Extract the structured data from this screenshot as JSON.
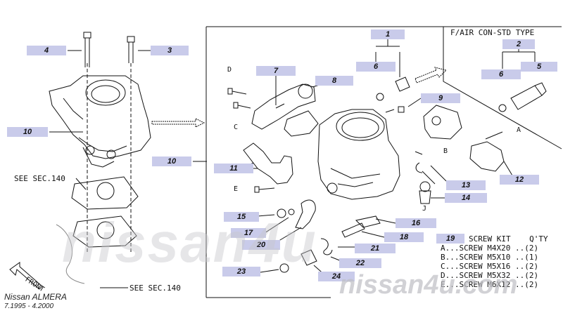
{
  "callouts": {
    "c1": "1",
    "c2": "2",
    "c3": "3",
    "c4": "4",
    "c5": "5",
    "c6a": "6",
    "c6b": "6",
    "c7": "7",
    "c8": "8",
    "c9": "9",
    "c10a": "10",
    "c10b": "10",
    "c11": "11",
    "c12": "12",
    "c13": "13",
    "c14": "14",
    "c15": "15",
    "c16": "16",
    "c17": "17",
    "c18": "18",
    "c19": "19",
    "c20": "20",
    "c21": "21",
    "c22": "22",
    "c23": "23",
    "c24": "24"
  },
  "letters": {
    "a": "A",
    "b": "B",
    "c": "C",
    "d": "D",
    "e": "E",
    "j": "J"
  },
  "inset_title": "F/AIR CON-STD TYPE",
  "see_sec_1": "SEE SEC.140",
  "see_sec_2": "SEE SEC.140",
  "front_label": "FRONT",
  "screw_kit": {
    "header": "SCREW KIT    Q'TY",
    "rows": [
      "A...SCREW M4X20 ..(2)",
      "B...SCREW M5X10 ..(1)",
      "C...SCREW M5X16 ..(2)",
      "D...SCREW M5X32 ..(2)",
      "E...SCREW M6X12 ..(2)"
    ]
  },
  "footer": {
    "model": "Nissan ALMERA",
    "dates": "7.1995 - 4.2000"
  },
  "watermark_main": "nissan4u",
  "watermark_site": "nissan4u.com"
}
